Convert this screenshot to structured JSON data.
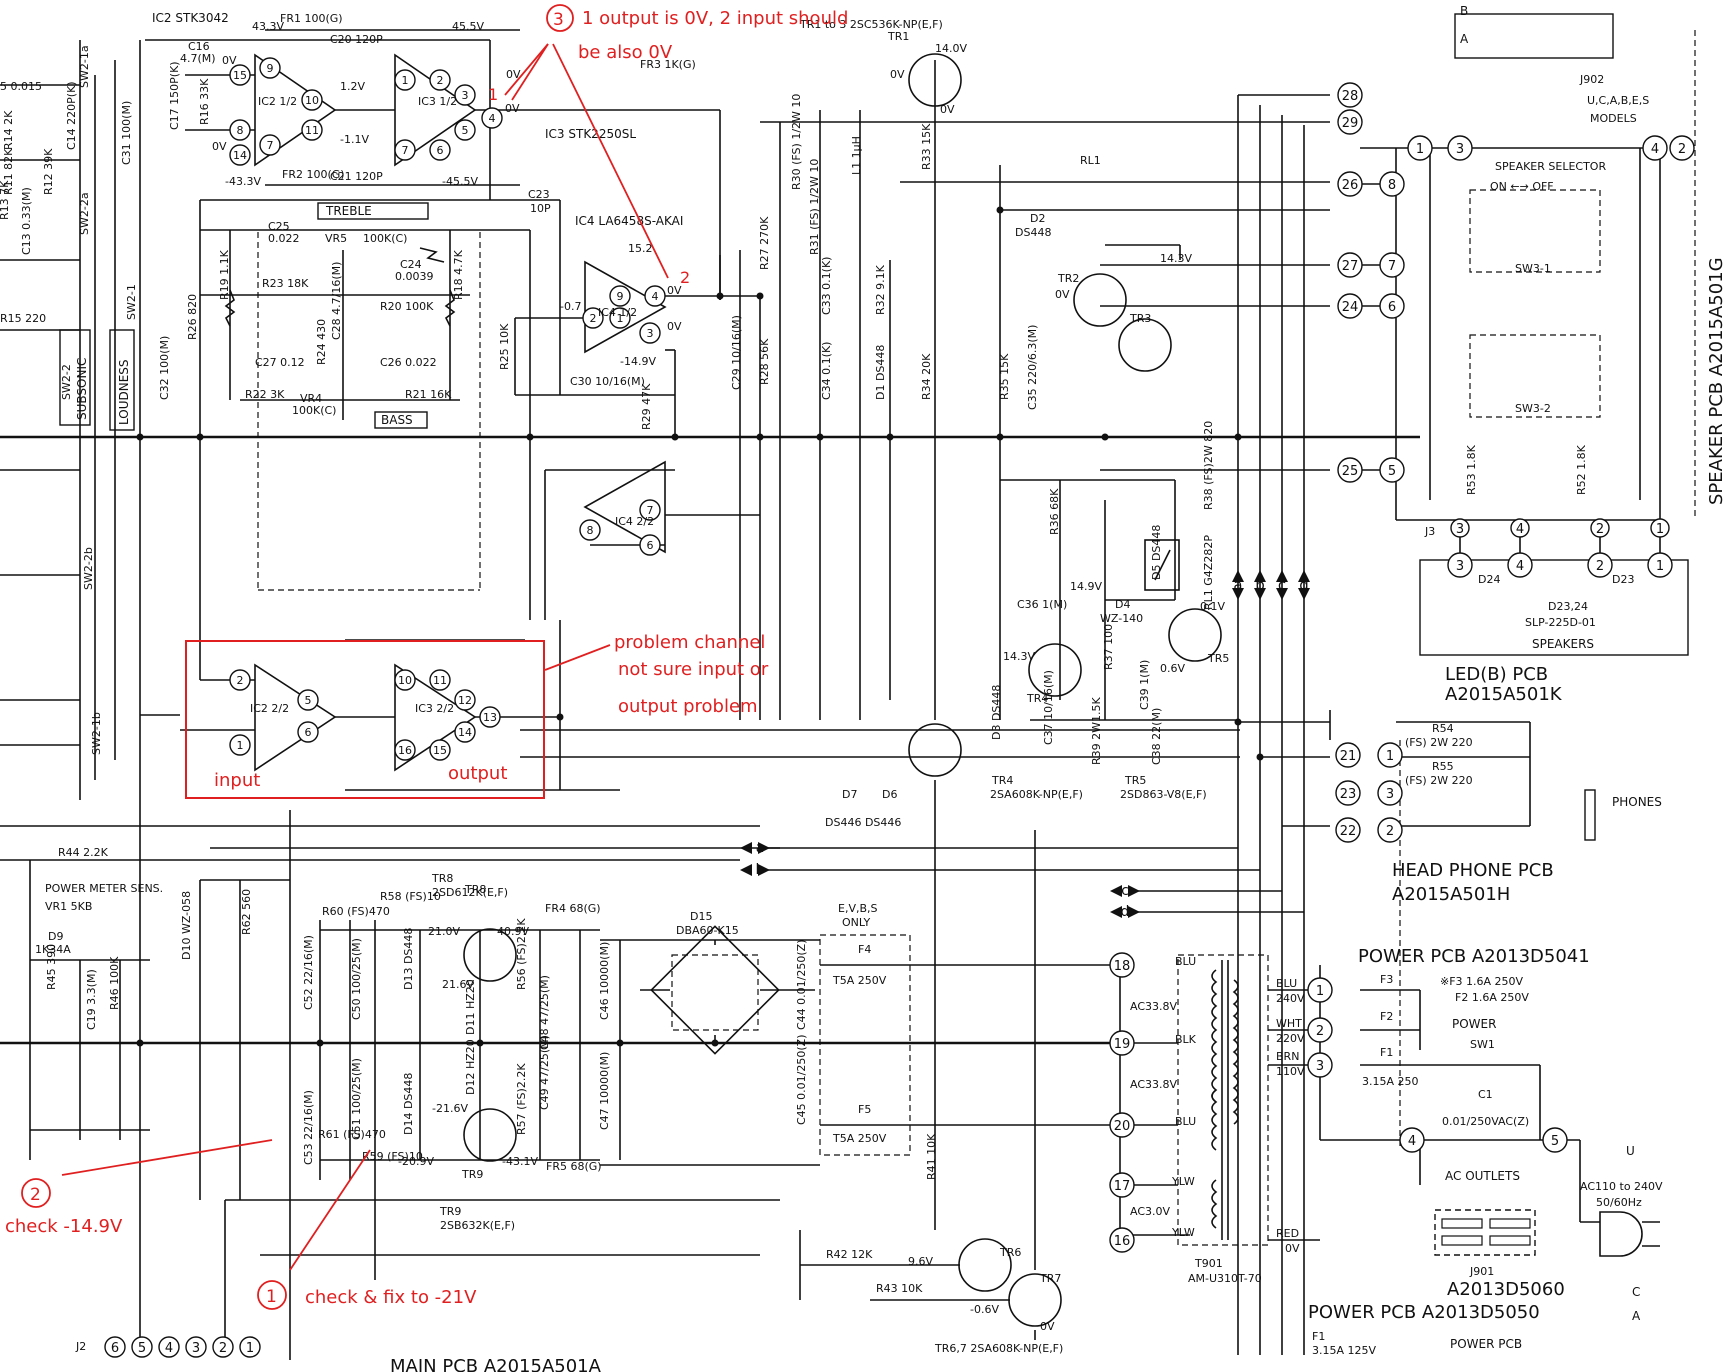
{
  "ic_labels": {
    "ic2": "IC2  STK3042",
    "ic3": "IC3  STK2250SL",
    "ic4": "IC4  LA6458S-AKAI",
    "ic2_half1": "IC2 1/2",
    "ic2_half2": "IC2 2/2",
    "ic3_half1": "IC3 1/2",
    "ic3_half2": "IC3 2/2",
    "ic4_half1": "IC4 1/2",
    "ic4_half2": "IC4 2/2"
  },
  "voltages": {
    "v43_3": "43.3V",
    "v45_5": "45.5V",
    "vm43_3": "-43.3V",
    "vm45_5": "-45.5V",
    "v12": "1.2V",
    "vm11": "-1.1V",
    "v0": "0V",
    "v15_2": "15.2",
    "vm14_9": "-14.9V",
    "vm0_7": "-0.7",
    "v14": "14.0V",
    "v14_3": "14.3V",
    "v14_9": "14.9V",
    "v0_1": "0.1V",
    "v0_6": "0.6V",
    "v21": "21.0V",
    "v40_9": "40.9V",
    "v21_6": "21.6V",
    "vm21_6": "-21.6V",
    "vm20_9": "-20.9V",
    "vm43_1": "-43.1V",
    "v9_6": "9.6V",
    "vm0_6": "-0.6V"
  },
  "components": {
    "fr1": "FR1 100(G)",
    "fr2": "FR2 100(G)",
    "fr3": "FR3 1K(G)",
    "c16": "C16",
    "c16v": "4.7(M)",
    "c17": "C17 150P(K)",
    "r16": "R16 33K",
    "c20": "C20 120P",
    "c21": "C21 120P",
    "c31": "C31 100(M)",
    "c25": "C25",
    "c25v": "0.022",
    "vr5": "VR5",
    "vr5v": "100K(C)",
    "c24": "C24",
    "c24v": "0.0039",
    "r19": "R19 1.1K",
    "r23": "R23 18K",
    "r18": "R18 4.7K",
    "r20": "R20 100K",
    "c28": "C28 4.7/16(M)",
    "r24": "R24 430",
    "r26": "R26 820",
    "c32": "C32 100(M)",
    "c27": "C27 0.12",
    "c26": "C26 0.022",
    "r22": "R22 3K",
    "r21": "R21 16K",
    "vr4": "VR4",
    "vr4v": "100K(C)",
    "treble": "TREBLE",
    "bass": "BASS",
    "c23": "C23",
    "c23v": "10P",
    "r25": "R25 10K",
    "c30": "C30 10/16(M)",
    "r29": "R29 47K",
    "c29": "C29 10/16(M)",
    "r27": "R27 270K",
    "r28": "R28 56K",
    "c33": "C33 0.1(K)",
    "c34": "C34 0.1(K)",
    "r30": "R30 (FS) 1/2W 10",
    "r31": "R31 (FS) 1/2W 10",
    "l1": "L1 1µH",
    "r32": "R32 9.1K",
    "r33": "R33 15K",
    "r34": "R34 20K",
    "d1": "D1 DS448",
    "tr1": "TR1",
    "tr1to3": "TR1 to 3  2SC536K-NP(E,F)",
    "tr2": "TR2",
    "tr3": "TR3",
    "d2": "D2",
    "d2v": "DS448",
    "r35": "R35 15K",
    "c35": "C35 220/6.3(M)",
    "rl1": "RL1",
    "r36": "R36 68K",
    "r38": "R38 (FS)2W 820",
    "d5": "D5 DS448",
    "rl1p": "RL1 G4Z282P",
    "c36": "C36 1(M)",
    "d4": "D4",
    "d4v": "WZ-140",
    "tr5": "TR5",
    "r37": "R37 100",
    "c39": "C39 1(M)",
    "tr4": "TR4",
    "d3": "D3 DS448",
    "c37": "C37 10/16(M)",
    "r39": "R39 2W1.5K",
    "c38": "C38 22(M)",
    "tr4p": "TR4",
    "tr4pv": "2SA608K-NP(E,F)",
    "tr5p": "TR5",
    "tr5pv": "2SD863-V8(E,F)",
    "d7": "D7",
    "d6": "D6",
    "d76v": "DS446  DS446",
    "r44": "R44  2.2K",
    "pms": "POWER METER SENS.",
    "vr1": "VR1  5KB",
    "d9": "D9",
    "d9v": "1K34A",
    "r45": "R45 390",
    "c19": "C19 3.3(M)",
    "r46": "R46 100K",
    "d10": "D10 WZ-058",
    "r62": "R62 560",
    "c52": "C52 22/16(M)",
    "c50": "C50 100/25(M)",
    "c53": "C53 22/16(M)",
    "c51": "C51 100/25(M)",
    "r60": "R60 (FS)470",
    "r61": "R61 (FS)470",
    "r58": "R58 (FS)10",
    "r59": "R59 (FS)10",
    "d13": "D13 DS448",
    "d14": "D14 DS448",
    "d11": "D11 HZ20",
    "d12": "D12 HZ20",
    "tr8": "TR8",
    "tr8p": "TR8",
    "tr8pv": "2SD612K(E,F)",
    "tr9": "TR9",
    "tr9p": "TR9",
    "tr9pv": "2SB632K(E,F)",
    "r56": "R56 (FS)2.2K",
    "r57": "R57 (FS)2.2K",
    "c48": "C48 47/25(M)",
    "c49": "C49 47/25(M)",
    "fr4": "FR4 68(G)",
    "fr5": "FR5 68(G)",
    "c46": "C46 10000(M)",
    "c47": "C47 10000(M)",
    "d15": "D15",
    "d15v": "DBA60-K15",
    "c44": "C44 0.01/250(Z)",
    "c45": "C45 0.01/250(Z)",
    "evbs": "E,V,B,S",
    "only": "ONLY",
    "f4": "F4",
    "f4v": "T5A 250V",
    "f5": "F5",
    "f5v": "T5A 250V",
    "r41": "R41 10K",
    "r42": "R42 12K",
    "r43": "R43 10K",
    "tr6": "TR6",
    "tr7": "TR7",
    "tr67": "TR6,7  2SA608K-NP(E,F)",
    "r14": "R14 2K",
    "r11": "R11 82K",
    "c14": "C14 220P(K)",
    "r12": "R12 39K",
    "r13": "R13 7K",
    "c13": "C13 0.33(M)",
    "r15": "R15  220",
    "c15": "5 0.015",
    "sw2_1": "SW2-1",
    "sw2_2": "SW2-2",
    "sw2_1a": "SW2-1a",
    "sw2_2a": "SW2-2a",
    "sw2_2b": "SW2-2b",
    "sw2_1b": "SW2-1b",
    "subsonic": "SUBSONIC",
    "loudness": "LOUDNESS"
  },
  "pcb_labels": {
    "speaker_pcb": "SPEAKER PCB  A2015A501G",
    "led_pcb": "LED(B) PCB",
    "led_pcb_num": "A2015A501K",
    "headphone_pcb": "HEAD PHONE PCB",
    "headphone_pcb_num": "A2015A501H",
    "power_pcb": "POWER PCB  A2013D5041",
    "power_pcb_b": "A2013D5060",
    "power_pcb_a": "POWER PCB  A2013D5050",
    "power_pcb2": "POWER PCB",
    "main_pcb": "MAIN PCB  A2015A501A",
    "j902": "J902",
    "models": "U,C,A,B,E,S",
    "models2": "MODELS",
    "speaker_selector": "SPEAKER SELECTOR",
    "on_off": "ON ←→ OFF",
    "sw3_1": "SW3-1",
    "sw3_2": "SW3-2",
    "r53": "R53 1.8K",
    "r52": "R52 1.8K",
    "j3": "J3",
    "d24": "D24",
    "d23": "D23",
    "d2324": "D23,24",
    "slp": "SLP-225D-01",
    "speakers": "SPEAKERS",
    "r54": "R54",
    "r54v": "(FS) 2W 220",
    "r55": "R55",
    "r55v": "(FS) 2W 220",
    "phones": "PHONES",
    "blu": "BLU",
    "blk": "BLK",
    "ylw": "YLW",
    "wht": "WHT",
    "brn": "BRN",
    "red_w": "RED",
    "ac338a": "AC33.8V",
    "ac338b": "AC33.8V",
    "ac30": "AC3.0V",
    "v240": "240V",
    "v220": "220V",
    "v110": "110V",
    "v0b": "0V",
    "t901": "T901",
    "t901v": "AM-U310T-70",
    "f3": "F3",
    "f2": "F2",
    "f1": "F1",
    "f1v": "3.15A 250",
    "f3note": "※F3  1.6A 250V",
    "f2note": "F2  1.6A 250V",
    "power": "POWER",
    "sw1": "SW1",
    "c1": "C1",
    "c1v": "0.01/250VAC(Z)",
    "u": "U",
    "ac_in": "AC110 to 240V",
    "ac_in2": "50/60Hz",
    "ac_outlets": "AC OUTLETS",
    "j901": "J901",
    "j2": "J2",
    "f1b": "F1",
    "f1bv": "3.15A 125V",
    "box_b": "B",
    "box_a": "A",
    "box_c": "C"
  },
  "pins": {
    "left_bus": [
      "28",
      "29",
      "26",
      "27",
      "24",
      "25",
      "21",
      "23",
      "22",
      "18",
      "19",
      "20",
      "17",
      "16"
    ],
    "spk_left": [
      "1",
      "3",
      "8",
      "7",
      "6",
      "5"
    ],
    "spk_right": [
      "4",
      "2"
    ],
    "j3": [
      "3",
      "4",
      "2",
      "1"
    ],
    "led": [
      "3",
      "4",
      "2",
      "1"
    ],
    "hp": [
      "1",
      "3",
      "2"
    ],
    "pw": [
      "1",
      "2",
      "3",
      "4",
      "5"
    ],
    "j2": [
      "6",
      "5",
      "4",
      "3",
      "2",
      "1"
    ],
    "bus_letters": [
      "a",
      "b",
      "c",
      "d"
    ]
  },
  "annotations": {
    "note3_num": "3",
    "note3_text": "1 output is 0V, 2 input should",
    "note3_text2": "be also 0V",
    "note3_p1": "1",
    "note3_p2": "2",
    "problem": "problem channel",
    "problem2": "not sure input or",
    "problem3": "output problem",
    "input": "input",
    "output": "output",
    "note2_num": "2",
    "note2_text": "check -14.9V",
    "note1_num": "1",
    "note1_text": "check & fix to -21V"
  }
}
